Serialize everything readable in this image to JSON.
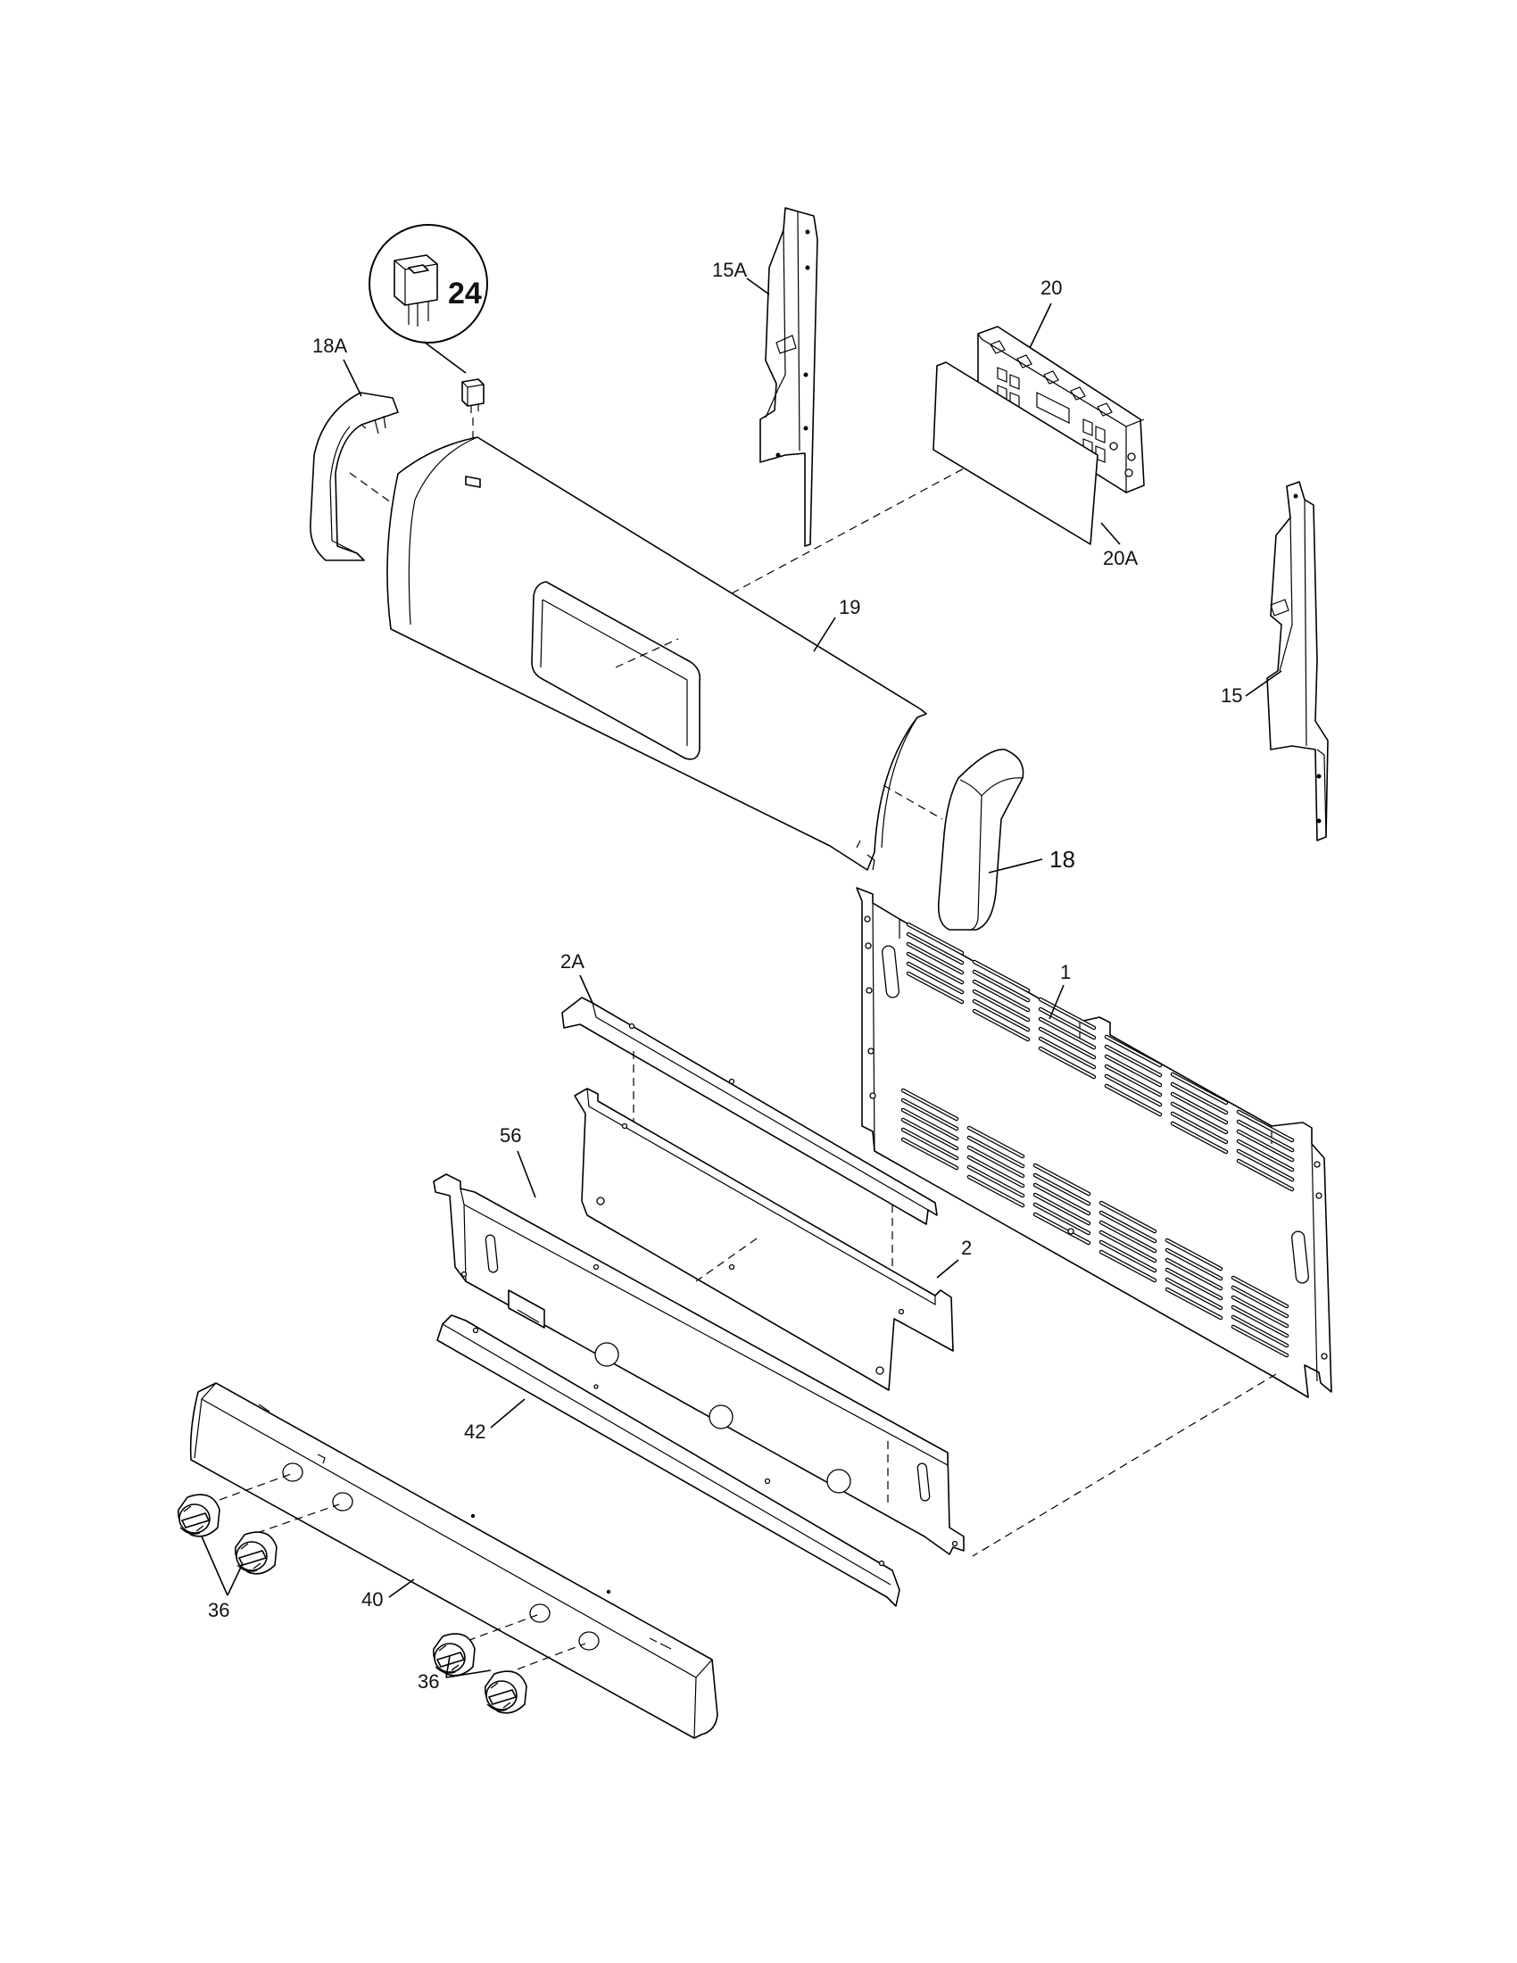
{
  "callouts": {
    "p1": "1",
    "p2": "2",
    "p2A": "2A",
    "p15": "15",
    "p15A": "15A",
    "p18": "18",
    "p18A": "18A",
    "p19": "19",
    "p20": "20",
    "p20A": "20A",
    "p24": "24",
    "p36a": "36",
    "p36b": "36",
    "p40": "40",
    "p42": "42",
    "p56": "56"
  },
  "colors": {
    "line": "#000000",
    "background": "#ffffff"
  }
}
